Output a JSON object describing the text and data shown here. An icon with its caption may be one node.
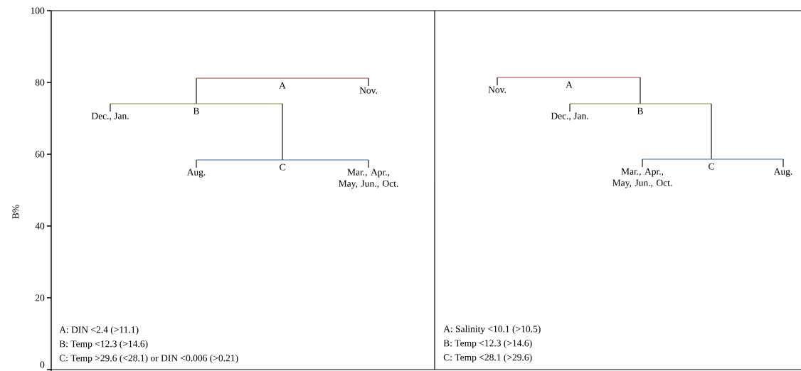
{
  "diagram": {
    "nodes": [
      {
        "text": [
          "A"
        ]
      },
      {
        "text": [
          "Nov."
        ]
      },
      {
        "text": [
          "B"
        ]
      },
      {
        "text": [
          "Dec., Jan."
        ]
      },
      {
        "text": [
          "C"
        ]
      },
      {
        "text": [
          "Aug."
        ]
      },
      {
        "text": [
          "Mar., Apr., May, Jun., Oct."
        ]
      },
      {
        "text": [
          "A"
        ]
      },
      {
        "text": [
          "Nov."
        ]
      },
      {
        "text": [
          "B"
        ]
      },
      {
        "text": [
          "Dec., Jan."
        ]
      },
      {
        "text": [
          "C"
        ]
      },
      {
        "text": [
          "Mar., Apr., May, Jun., Oct."
        ]
      },
      {
        "text": [
          "Aug."
        ]
      }
    ],
    "edges": [
      {
        "from": 0,
        "to": 2,
        "arrow": "none",
        "color": "#a0403a"
      },
      {
        "from": 0,
        "to": 1,
        "arrow": "none",
        "color": "#a0403a"
      },
      {
        "from": 2,
        "to": 3,
        "arrow": "none",
        "color": "#7f9a3c"
      },
      {
        "from": 2,
        "to": 4,
        "arrow": "none",
        "color": "#7f9a3c"
      },
      {
        "from": 4,
        "to": 5,
        "arrow": "none",
        "color": "#3d6a96"
      },
      {
        "from": 4,
        "to": 6,
        "arrow": "none",
        "color": "#3d6a96"
      },
      {
        "from": 7,
        "to": 8,
        "arrow": "none",
        "color": "#a0403a"
      },
      {
        "from": 7,
        "to": 9,
        "arrow": "none",
        "color": "#a0403a"
      },
      {
        "from": 9,
        "to": 10,
        "arrow": "none",
        "color": "#7f9a3c"
      },
      {
        "from": 9,
        "to": 11,
        "arrow": "none",
        "color": "#7f9a3c"
      },
      {
        "from": 11,
        "to": 12,
        "arrow": "none",
        "color": "#3d6a96"
      },
      {
        "from": 11,
        "to": 13,
        "arrow": "none",
        "color": "#3d6a96"
      }
    ],
    "labels": [
      "B%",
      "100",
      "80",
      "60",
      "40",
      "20",
      "0",
      "A: DIN <2.4 (>11.1)",
      "B: Temp <12.3 (>14.6)",
      "C: Temp >29.6 (<28.1) or DIN <0.006 (>0.21)",
      "A: Salinity <10.1 (>10.5)",
      "B: Temp <12.3 (>14.6)",
      "C: Temp <28.1 (>29.6)"
    ]
  }
}
